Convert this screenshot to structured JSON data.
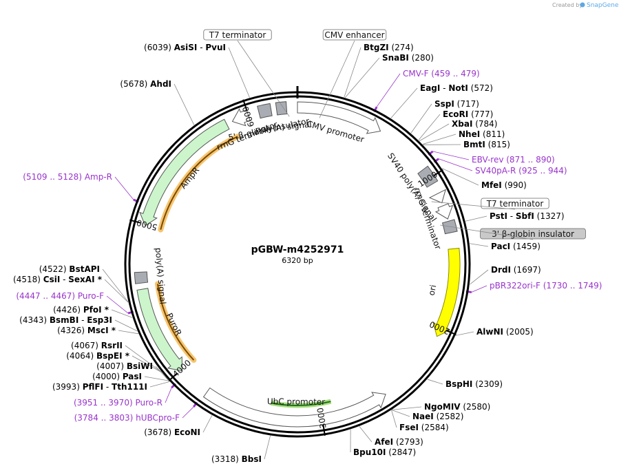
{
  "credit": {
    "text": "Created by",
    "brand": "SnapGene"
  },
  "plasmid": {
    "name": "pGBW-m4252971",
    "size_label": "6320 bp",
    "length": 6320
  },
  "ticks": [
    {
      "pos": 1000,
      "label": "1000"
    },
    {
      "pos": 2000,
      "label": "2000"
    },
    {
      "pos": 3000,
      "label": "3000"
    },
    {
      "pos": 4000,
      "label": "4000"
    },
    {
      "pos": 5000,
      "label": "5000"
    },
    {
      "pos": 6000,
      "label": "6000"
    }
  ],
  "sites": [
    {
      "id": "btgzi",
      "pos": 274,
      "side": "R",
      "names": [
        "BtgZI"
      ],
      "coord": "(274)",
      "star": [
        false
      ]
    },
    {
      "id": "snabi",
      "pos": 280,
      "side": "R",
      "names": [
        "SnaBI"
      ],
      "coord": "(280)",
      "star": [
        false
      ]
    },
    {
      "id": "eagi",
      "pos": 572,
      "side": "R",
      "names": [
        "EagI",
        "NotI"
      ],
      "coord": "(572)",
      "star": [
        false,
        false
      ]
    },
    {
      "id": "sspi",
      "pos": 717,
      "side": "R",
      "names": [
        "SspI"
      ],
      "coord": "(717)",
      "star": [
        false
      ]
    },
    {
      "id": "ecori",
      "pos": 777,
      "side": "R",
      "names": [
        "EcoRI"
      ],
      "coord": "(777)",
      "star": [
        false
      ]
    },
    {
      "id": "xbai",
      "pos": 784,
      "side": "R",
      "names": [
        "XbaI"
      ],
      "coord": "(784)",
      "star": [
        false
      ]
    },
    {
      "id": "nhei",
      "pos": 811,
      "side": "R",
      "names": [
        "NheI"
      ],
      "coord": "(811)",
      "star": [
        false
      ]
    },
    {
      "id": "bmti",
      "pos": 815,
      "side": "R",
      "names": [
        "BmtI"
      ],
      "coord": "(815)",
      "star": [
        false
      ]
    },
    {
      "id": "mfei",
      "pos": 990,
      "side": "R",
      "names": [
        "MfeI"
      ],
      "coord": "(990)",
      "star": [
        false
      ]
    },
    {
      "id": "psti",
      "pos": 1327,
      "side": "R",
      "names": [
        "PstI",
        "SbfI"
      ],
      "coord": "(1327)",
      "star": [
        false,
        false
      ]
    },
    {
      "id": "paci",
      "pos": 1459,
      "side": "R",
      "names": [
        "PacI"
      ],
      "coord": "(1459)",
      "star": [
        false
      ]
    },
    {
      "id": "drdi",
      "pos": 1697,
      "side": "R",
      "names": [
        "DrdI"
      ],
      "coord": "(1697)",
      "star": [
        false
      ]
    },
    {
      "id": "alwni",
      "pos": 2005,
      "side": "R",
      "names": [
        "AlwNI"
      ],
      "coord": "(2005)",
      "star": [
        false
      ]
    },
    {
      "id": "bsphi",
      "pos": 2309,
      "side": "R",
      "names": [
        "BspHI"
      ],
      "coord": "(2309)",
      "star": [
        false
      ]
    },
    {
      "id": "ngomiv",
      "pos": 2580,
      "side": "R",
      "names": [
        "NgoMIV"
      ],
      "coord": "(2580)",
      "star": [
        false
      ]
    },
    {
      "id": "naei",
      "pos": 2582,
      "side": "R",
      "names": [
        "NaeI"
      ],
      "coord": "(2582)",
      "star": [
        false
      ]
    },
    {
      "id": "fsei",
      "pos": 2584,
      "side": "R",
      "names": [
        "FseI"
      ],
      "coord": "(2584)",
      "star": [
        false
      ]
    },
    {
      "id": "afei",
      "pos": 2793,
      "side": "R",
      "names": [
        "AfeI"
      ],
      "coord": "(2793)",
      "star": [
        false
      ]
    },
    {
      "id": "bpu10i",
      "pos": 2847,
      "side": "R",
      "names": [
        "Bpu10I"
      ],
      "coord": "(2847)",
      "star": [
        false
      ]
    },
    {
      "id": "bbsi",
      "pos": 3318,
      "side": "L",
      "names": [
        "BbsI"
      ],
      "coord": "(3318)",
      "star": [
        false
      ]
    },
    {
      "id": "econi",
      "pos": 3678,
      "side": "L",
      "names": [
        "EcoNI"
      ],
      "coord": "(3678)",
      "star": [
        false
      ]
    },
    {
      "id": "pflfi",
      "pos": 3993,
      "side": "L",
      "names": [
        "PflFI",
        "Tth111I"
      ],
      "coord": "(3993)",
      "star": [
        false,
        false
      ]
    },
    {
      "id": "pasi",
      "pos": 4000,
      "side": "L",
      "names": [
        "PasI"
      ],
      "coord": "(4000)",
      "star": [
        false
      ]
    },
    {
      "id": "bsiwi",
      "pos": 4007,
      "side": "L",
      "names": [
        "BsiWI"
      ],
      "coord": "(4007)",
      "star": [
        false
      ]
    },
    {
      "id": "bspei",
      "pos": 4064,
      "side": "L",
      "names": [
        "BspEI"
      ],
      "coord": "(4064)",
      "star": [
        true
      ]
    },
    {
      "id": "rsrii",
      "pos": 4067,
      "side": "L",
      "names": [
        "RsrII"
      ],
      "coord": "(4067)",
      "star": [
        false
      ]
    },
    {
      "id": "msci",
      "pos": 4326,
      "side": "L",
      "names": [
        "MscI"
      ],
      "coord": "(4326)",
      "star": [
        true
      ]
    },
    {
      "id": "bsmbi",
      "pos": 4343,
      "side": "L",
      "names": [
        "BsmBI",
        "Esp3I"
      ],
      "coord": "(4343)",
      "star": [
        false,
        false
      ]
    },
    {
      "id": "pfoi",
      "pos": 4426,
      "side": "L",
      "names": [
        "PfoI"
      ],
      "coord": "(4426)",
      "star": [
        true
      ]
    },
    {
      "id": "csii",
      "pos": 4518,
      "side": "L",
      "names": [
        "CsiI",
        "SexAI"
      ],
      "coord": "(4518)",
      "star": [
        false,
        true
      ]
    },
    {
      "id": "bstapi",
      "pos": 4522,
      "side": "L",
      "names": [
        "BstAPI"
      ],
      "coord": "(4522)",
      "star": [
        false
      ]
    },
    {
      "id": "ahdi",
      "pos": 5678,
      "side": "L",
      "names": [
        "AhdI"
      ],
      "coord": "(5678)",
      "star": [
        false
      ]
    },
    {
      "id": "asisi",
      "pos": 6039,
      "side": "L",
      "names": [
        "AsiSI",
        "PvuI"
      ],
      "coord": "(6039)",
      "star": [
        false,
        false
      ]
    }
  ],
  "primers": [
    {
      "id": "cmv-f",
      "name": "CMV-F",
      "range": "(459 .. 479)",
      "pos": 469,
      "side": "R"
    },
    {
      "id": "ebv-rev",
      "name": "EBV-rev",
      "range": "(871 .. 890)",
      "pos": 880,
      "side": "R"
    },
    {
      "id": "sv40pa-r",
      "name": "SV40pA-R",
      "range": "(925 .. 944)",
      "pos": 934,
      "side": "R"
    },
    {
      "id": "pbr322ori-f",
      "name": "pBR322ori-F",
      "range": "(1730 .. 1749)",
      "pos": 1740,
      "side": "R"
    },
    {
      "id": "hubcpro-f",
      "name": "hUBCpro-F",
      "range": "(3784 .. 3803)",
      "pos": 3793,
      "side": "L"
    },
    {
      "id": "puro-r",
      "name": "Puro-R",
      "range": "(3951 .. 3970)",
      "pos": 3960,
      "side": "L"
    },
    {
      "id": "puro-f",
      "name": "Puro-F",
      "range": "(4447 .. 4467)",
      "pos": 4457,
      "side": "L"
    },
    {
      "id": "amp-r",
      "name": "Amp-R",
      "range": "(5109 .. 5128)",
      "pos": 5118,
      "side": "L"
    }
  ],
  "outer_features": [
    {
      "id": "t7-terminator-top",
      "label": "T7 terminator",
      "pos": 6265,
      "boxed": true,
      "gray": false
    },
    {
      "id": "cmv-enhancer",
      "label": "CMV enhancer",
      "pos": 150,
      "boxed": true,
      "gray": false
    },
    {
      "id": "t7-terminator-right",
      "label": "T7 terminator",
      "pos": 1140,
      "boxed": true,
      "gray": false
    },
    {
      "id": "b-globin-3",
      "label": "3' β-globin insulator",
      "pos": 1310,
      "boxed": true,
      "gray": true
    }
  ],
  "features": [
    {
      "id": "cmv-promoter",
      "label": "CMV promoter",
      "type": "arrow",
      "start": 0,
      "end": 560,
      "fill": "#ffffff",
      "stroke": "#555555",
      "glow": false
    },
    {
      "id": "sv40-polya",
      "label": "SV40 poly(A) signal",
      "type": "box",
      "start": 930,
      "end": 1040,
      "fill": "#a9adb3",
      "stroke": "#555555"
    },
    {
      "id": "t7-term-r",
      "label": "",
      "type": "arrow",
      "start": 1110,
      "end": 1175,
      "fill": "#ffffff",
      "stroke": "#555555",
      "glow": false
    },
    {
      "id": "rrng-terminator-r",
      "label": "rrnG terminator",
      "type": "arrow",
      "start": 1195,
      "end": 1285,
      "fill": "#ffffff",
      "stroke": "#555555",
      "glow": false
    },
    {
      "id": "b-globin-3-box",
      "label": "",
      "type": "box",
      "start": 1300,
      "end": 1375,
      "fill": "#a9adb3",
      "stroke": "#555555"
    },
    {
      "id": "ori",
      "label": "ori",
      "type": "arrow",
      "start": 1480,
      "end": 2060,
      "fill": "#ffff00",
      "stroke": "#888800",
      "glow": false
    },
    {
      "id": "ubc-promoter",
      "label": "UbC promoter",
      "type": "revarrow",
      "start": 2560,
      "end": 3780,
      "fill": "#ffffff",
      "stroke": "#555555",
      "glow": false
    },
    {
      "id": "purор",
      "label": "PuroR",
      "type": "revarrow",
      "start": 3990,
      "end": 4580,
      "fill": "#ccf5cc",
      "stroke": "#555555",
      "glow": false
    },
    {
      "id": "polya-left",
      "label": "poly(A) signal",
      "type": "box",
      "start": 4620,
      "end": 4690,
      "fill": "#a9adb3",
      "stroke": "#555555"
    },
    {
      "id": "ampr",
      "label": "AmpR",
      "type": "revarrow",
      "start": 4990,
      "end": 5850,
      "fill": "#ccf5cc",
      "stroke": "#555555",
      "glow": false
    },
    {
      "id": "rrng-terminator-l",
      "label": "rrnG terminator",
      "type": "revarrow",
      "start": 5890,
      "end": 6000,
      "fill": "#ffffff",
      "stroke": "#555555",
      "glow": false
    },
    {
      "id": "b-globin-5",
      "label": "5' β-globin insulator",
      "type": "box",
      "start": 6070,
      "end": 6150,
      "fill": "#a9adb3",
      "stroke": "#555555"
    },
    {
      "id": "polya-top",
      "label": "poly(A) signal",
      "type": "box",
      "start": 6185,
      "end": 6250,
      "fill": "#a9adb3",
      "stroke": "#555555"
    }
  ],
  "orange_arcs": [
    {
      "id": "puro-orf",
      "start": 3990,
      "end": 4600
    },
    {
      "id": "amp-orf",
      "start": 4990,
      "end": 5880
    }
  ],
  "green_arc": {
    "id": "hubc-orf",
    "start": 2920,
    "end": 3350
  }
}
